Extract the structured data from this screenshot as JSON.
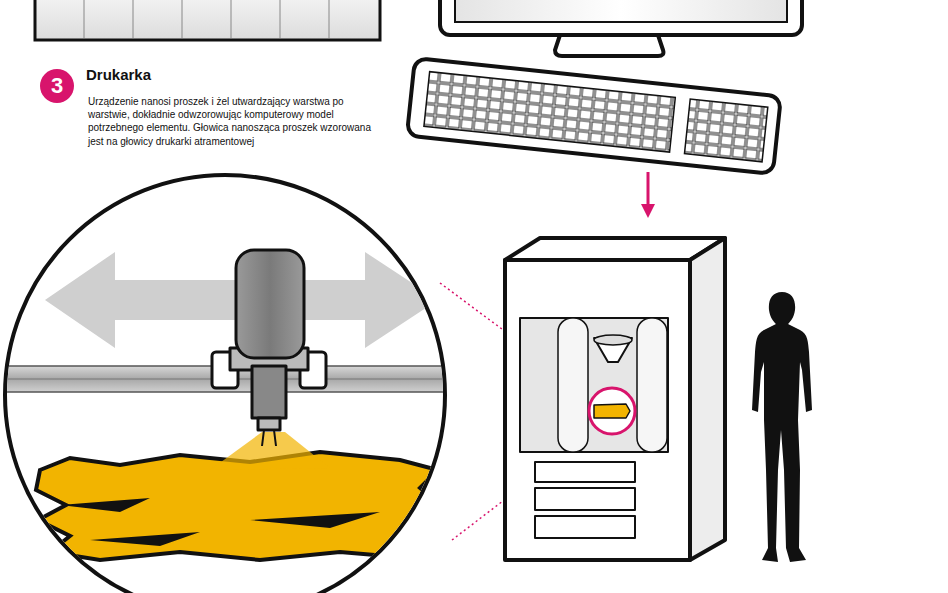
{
  "diagram": {
    "nodes": [
      {
        "text": [
          "3"
        ]
      }
    ],
    "labels": [
      "Drukarka",
      "Urządzenie nanosi proszek i żel utwardzający warstwa po warstwie, dokładnie odwzorowując komputerowy model potrzebnego elementu. Głowica nanosząca proszek wzorowana jest na głowicy drukarki atramentowej"
    ]
  }
}
